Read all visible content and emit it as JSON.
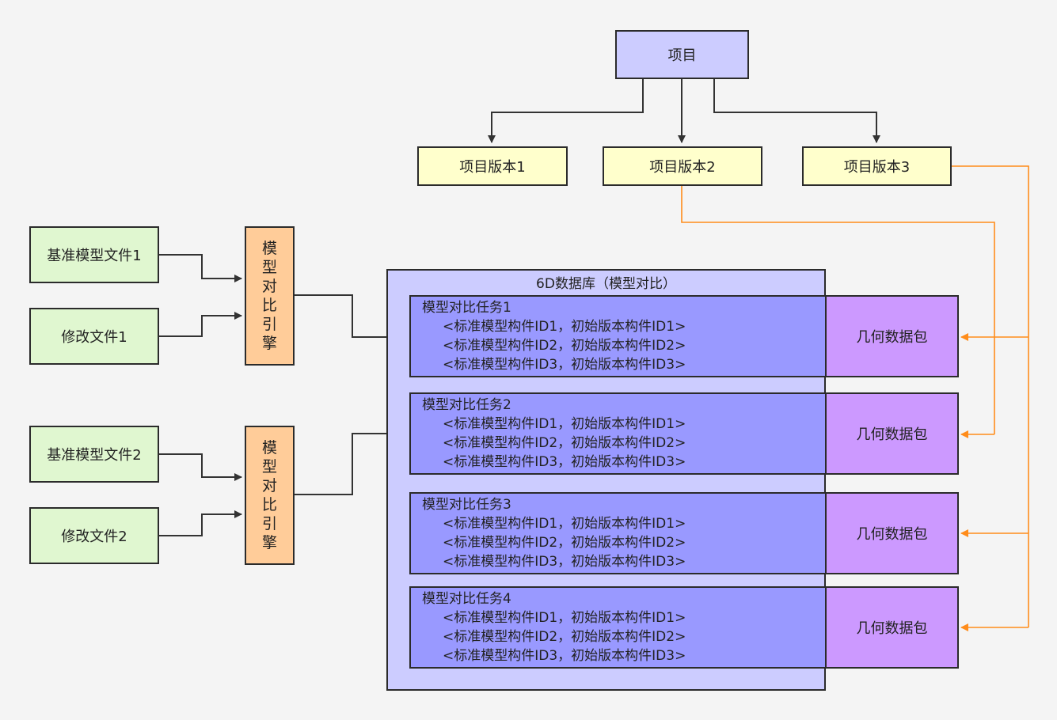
{
  "project": {
    "label": "项目"
  },
  "versions": [
    "项目版本1",
    "项目版本2",
    "项目版本3"
  ],
  "groups": [
    {
      "base_file": "基准模型文件1",
      "mod_file": "修改文件1"
    },
    {
      "base_file": "基准模型文件2",
      "mod_file": "修改文件2"
    }
  ],
  "engine": {
    "chars": [
      "模",
      "型",
      "对",
      "比",
      "引",
      "擎"
    ]
  },
  "database": {
    "title": "6D数据库（模型对比）"
  },
  "tasks": [
    {
      "title": "模型对比任务1",
      "lines": [
        "<标准模型构件ID1，初始版本构件ID1>",
        "<标准模型构件ID2，初始版本构件ID2>",
        "<标准模型构件ID3，初始版本构件ID3>"
      ],
      "package": "几何数据包"
    },
    {
      "title": "模型对比任务2",
      "lines": [
        "<标准模型构件ID1，初始版本构件ID1>",
        "<标准模型构件ID2，初始版本构件ID2>",
        "<标准模型构件ID3，初始版本构件ID3>"
      ],
      "package": "几何数据包"
    },
    {
      "title": "模型对比任务3",
      "lines": [
        "<标准模型构件ID1，初始版本构件ID1>",
        "<标准模型构件ID2，初始版本构件ID2>",
        "<标准模型构件ID3，初始版本构件ID3>"
      ],
      "package": "几何数据包"
    },
    {
      "title": "模型对比任务4",
      "lines": [
        "<标准模型构件ID1，初始版本构件ID1>",
        "<标准模型构件ID2，初始版本构件ID2>",
        "<标准模型构件ID3，初始版本构件ID3>"
      ],
      "package": "几何数据包"
    }
  ],
  "colors": {
    "project_fill": "#ccccff",
    "version_fill": "#ffffcc",
    "file_fill": "#e0f7d0",
    "engine_fill": "#ffcc99",
    "database_fill": "#ccccff",
    "task_fill": "#9999ff",
    "package_fill": "#cc99ff",
    "connector_dark": "#333333",
    "connector_orange": "#ff8c1a"
  }
}
